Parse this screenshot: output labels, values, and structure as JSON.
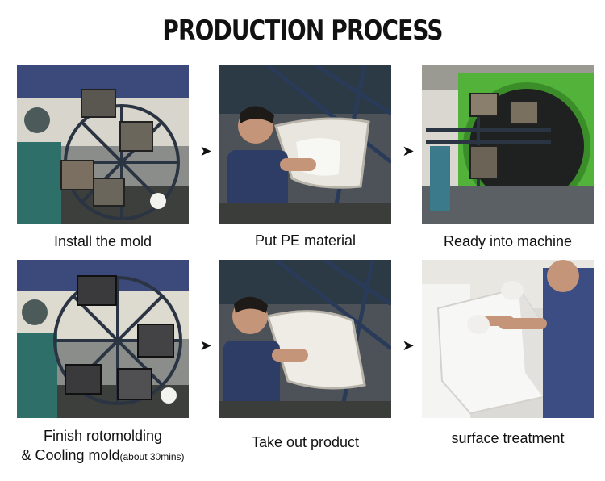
{
  "title": "PRODUCTION PROCESS",
  "arrow_glyph": "➤",
  "steps": [
    {
      "label": "Install the mold"
    },
    {
      "label": "Put PE material"
    },
    {
      "label": "Ready into machine"
    },
    {
      "label_line1": "Finish rotomolding",
      "label_line2": "& Cooling mold",
      "label_note": "(about 30mins)"
    },
    {
      "label": "Take out product"
    },
    {
      "label": "surface treatment"
    }
  ]
}
